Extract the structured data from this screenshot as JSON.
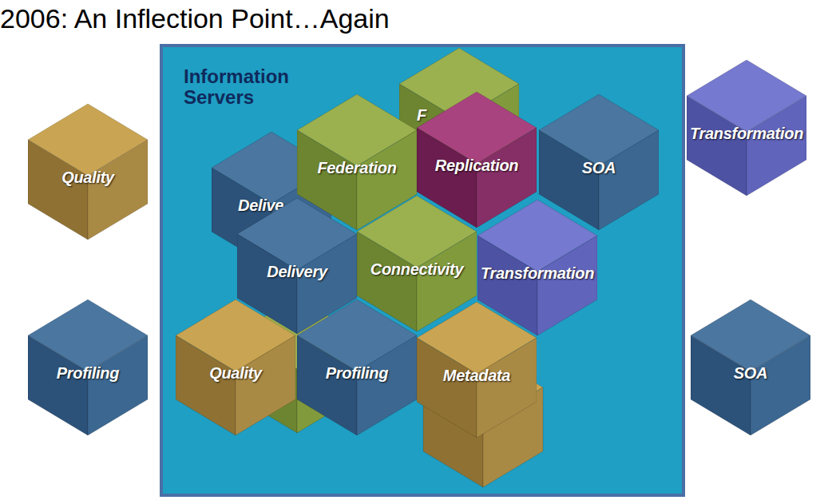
{
  "diagram": {
    "title": "2006: An Inflection Point…Again",
    "nodes": [
      {
        "text": [
          "Quality"
        ]
      },
      {
        "text": [
          "Information Servers"
        ]
      },
      {
        "text": [
          "F"
        ],
        "in": 1
      },
      {
        "text": [
          "Federation"
        ],
        "in": 1
      },
      {
        "text": [
          "Replication"
        ],
        "in": 1
      },
      {
        "text": [
          "SOA"
        ],
        "in": 1
      },
      {
        "text": [
          "Delive"
        ],
        "in": 1
      },
      {
        "text": [
          "Delivery"
        ],
        "in": 1
      },
      {
        "text": [
          "Connectivity"
        ],
        "in": 1
      },
      {
        "text": [
          "Transformation"
        ],
        "in": 1
      },
      {
        "text": [
          "Quality"
        ],
        "in": 1
      },
      {
        "text": [
          "Profiling"
        ],
        "in": 1
      },
      {
        "text": [
          "Metadata"
        ],
        "in": 1
      },
      {
        "text": [
          "Transformation"
        ]
      },
      {
        "text": [
          "Profiling"
        ]
      },
      {
        "text": [
          "SOA"
        ]
      }
    ]
  }
}
